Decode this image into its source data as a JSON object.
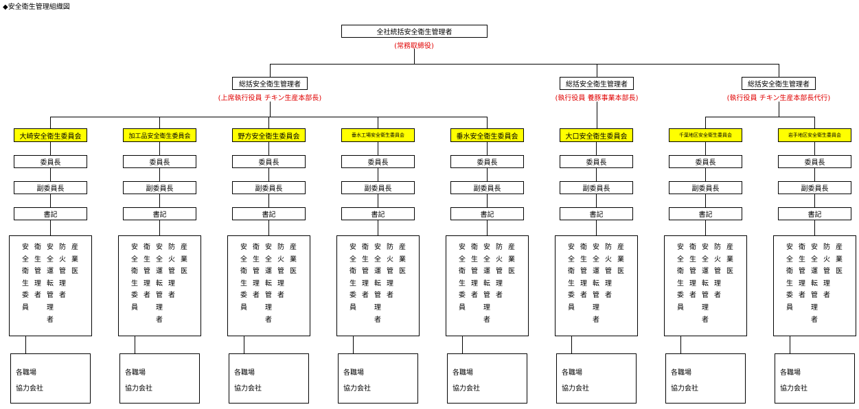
{
  "title": "◆安全衛生管理組織図",
  "top": {
    "label": "全社統括安全衛生管理者",
    "note": "(常務取締役)"
  },
  "managers": [
    {
      "label": "総括安全衛生管理者",
      "note": "(上席執行役員 チキン生産本部長)"
    },
    {
      "label": "総括安全衛生管理者",
      "note": "(執行役員 養豚事業本部長)"
    },
    {
      "label": "総括安全衛生管理者",
      "note": "(執行役員 チキン生産本部長代行)"
    }
  ],
  "committees": [
    "大崎安全衛生委員会",
    "加工品安全衛生委員会",
    "野方安全衛生委員会",
    "垂水工場安全衛生委員会",
    "垂水安全衛生委員会",
    "大口安全衛生委員会",
    "千葉地区安全衛生委員会",
    "岩手地区安全衛生委員会"
  ],
  "roles": {
    "chair": "委員長",
    "vice": "副委員長",
    "secretary": "書記"
  },
  "members": [
    [
      "安",
      "全",
      "衛",
      "生",
      "委",
      "員"
    ],
    [
      "衛",
      "生",
      "管",
      "理",
      "者"
    ],
    [
      "安",
      "全",
      "運",
      "転",
      "管",
      "理",
      "者"
    ],
    [
      "防",
      "火",
      "管",
      "理",
      "者"
    ],
    [
      "産",
      "業",
      "医"
    ]
  ],
  "workplace": {
    "line1": "各職場",
    "line2": "協力会社"
  }
}
